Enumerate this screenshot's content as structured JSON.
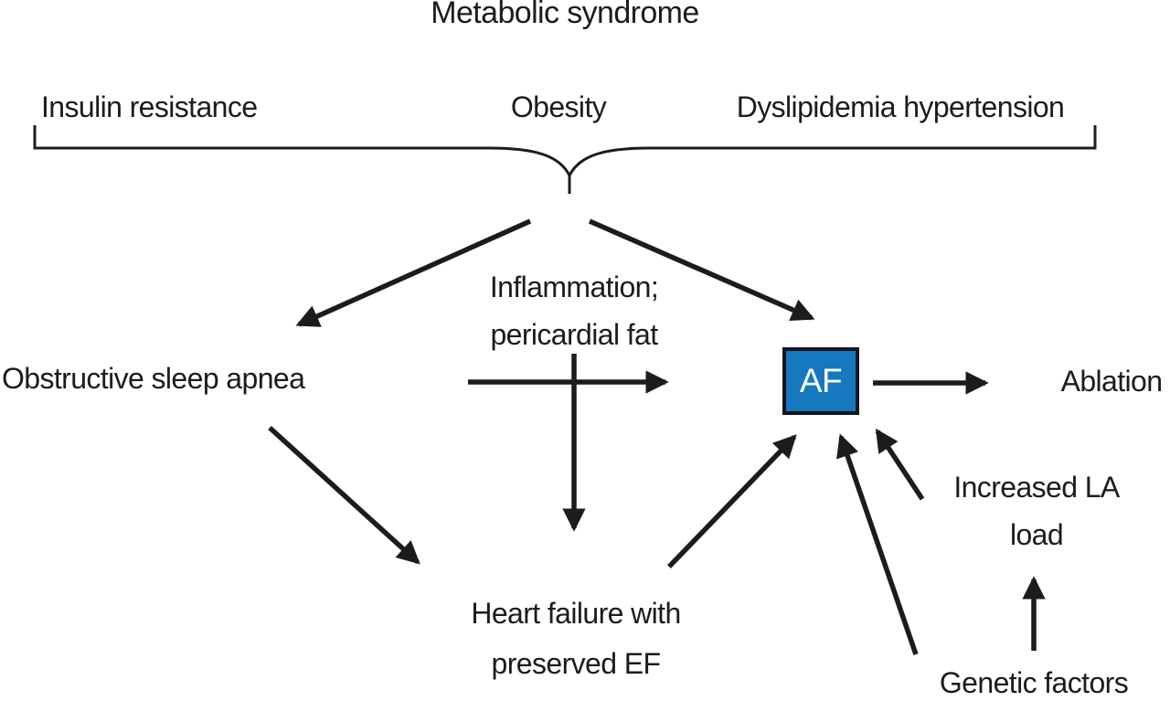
{
  "diagram": {
    "title": "Metabolic syndrome",
    "risk_factors": [
      "Insulin resistance",
      "Obesity",
      "Dyslipidemia hypertension"
    ],
    "nodes": {
      "obstructive_sleep_apnea": "Obstructive sleep apnea",
      "inflammation_line1": "Inflammation;",
      "inflammation_line2": "pericardial fat",
      "af": "AF",
      "ablation": "Ablation",
      "heart_failure_line1": "Heart failure with",
      "heart_failure_line2": "preserved EF",
      "increased_la_line1": "Increased LA",
      "increased_la_line2": "load",
      "genetic_factors": "Genetic factors"
    },
    "edges": [
      {
        "from": "metabolic-syndrome-group",
        "to": "obstructive-sleep-apnea"
      },
      {
        "from": "metabolic-syndrome-group",
        "to": "af"
      },
      {
        "from": "inflammation-pericardial-fat",
        "to": "af-direction"
      },
      {
        "from": "inflammation-pericardial-fat",
        "to": "heart-failure-preserved-ef"
      },
      {
        "from": "obstructive-sleep-apnea",
        "to": "heart-failure-preserved-ef"
      },
      {
        "from": "heart-failure-preserved-ef",
        "to": "af"
      },
      {
        "from": "genetic-factors",
        "to": "af"
      },
      {
        "from": "increased-la-load",
        "to": "af"
      },
      {
        "from": "genetic-factors",
        "to": "increased-la-load"
      },
      {
        "from": "af",
        "to": "ablation"
      }
    ],
    "colors": {
      "line": "#1d1c1c",
      "af_fill": "#1678bf",
      "af_border": "#15151e",
      "af_text": "#ffffff"
    }
  }
}
